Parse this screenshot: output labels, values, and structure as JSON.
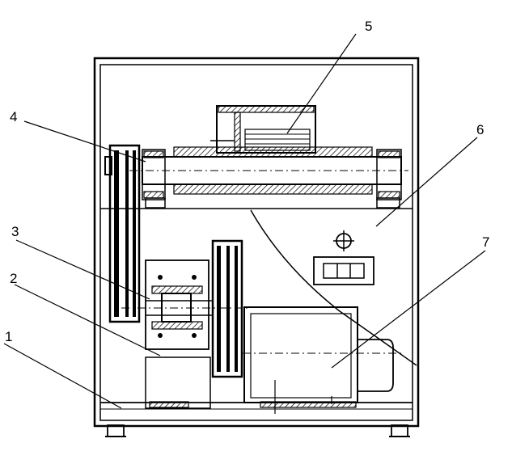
{
  "diagram": {
    "labels": [
      {
        "id": "label-5-top",
        "text": "5"
      },
      {
        "id": "label-4",
        "text": "4"
      },
      {
        "id": "label-6",
        "text": "6"
      },
      {
        "id": "label-3",
        "text": "3"
      },
      {
        "id": "label-7",
        "text": "7"
      },
      {
        "id": "label-2",
        "text": "2"
      },
      {
        "id": "label-1",
        "text": "1"
      }
    ],
    "colors": {
      "ink": "#000000",
      "paper": "#ffffff"
    }
  }
}
